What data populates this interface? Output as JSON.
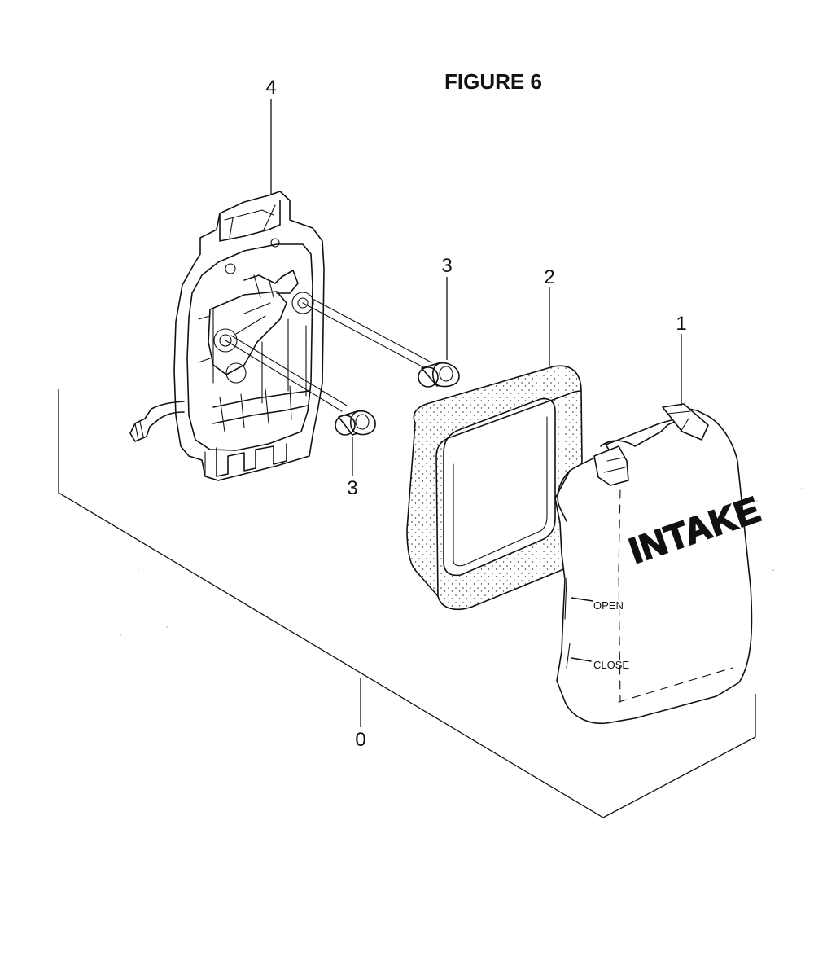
{
  "figure": {
    "title": "FIGURE 6"
  },
  "callouts": {
    "assembly": "0",
    "cover": "1",
    "filter": "2",
    "collar_upper": "3",
    "collar_lower": "3",
    "base": "4"
  },
  "cover": {
    "brand_text": "INTAKE",
    "open_label": "OPEN",
    "close_label": "CLOSE"
  },
  "colors": {
    "ink": "#111111",
    "paper": "#ffffff"
  }
}
